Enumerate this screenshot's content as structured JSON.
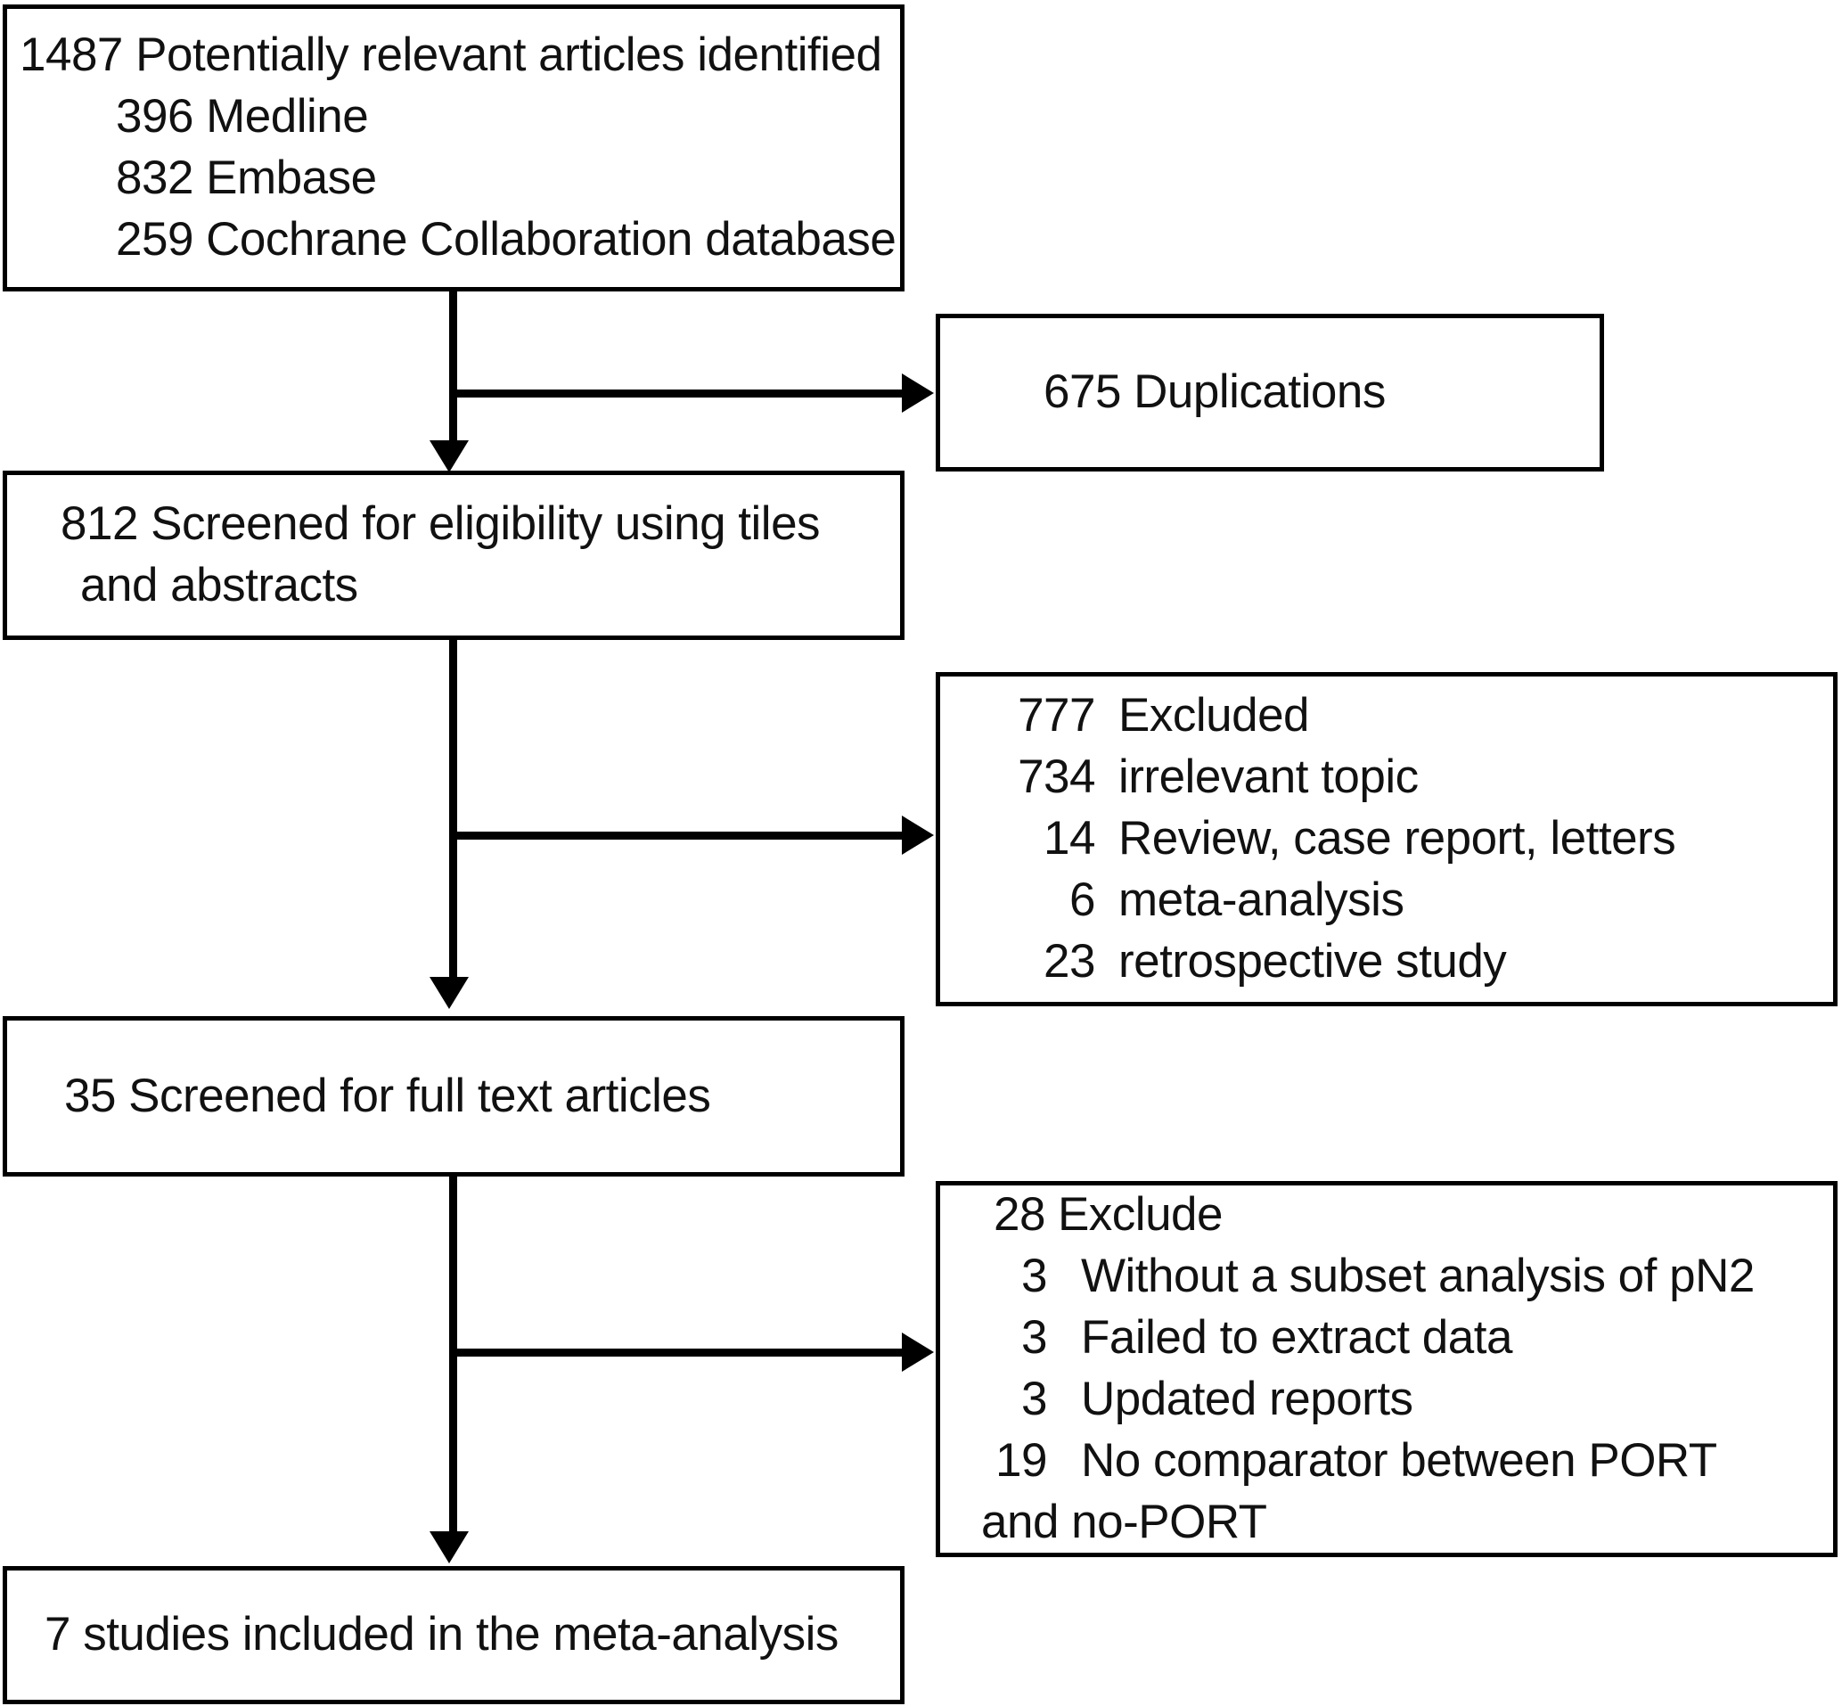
{
  "diagram": {
    "title": "PRISMA study selection flow diagram",
    "boxes": {
      "identified": {
        "name": "potentially-relevant-articles",
        "lines": [
          {
            "text": "1487 Potentially relevant articles identified",
            "indent": false
          },
          {
            "text": "396 Medline",
            "indent": true
          },
          {
            "text": "832 Embase",
            "indent": true
          },
          {
            "text": "259 Cochrane Collaboration database",
            "indent": true
          }
        ]
      },
      "duplications": {
        "name": "duplications",
        "lines": [
          {
            "text": "675 Duplications"
          }
        ]
      },
      "screened_eligibility": {
        "name": "screened-for-eligibility",
        "lines": [
          {
            "text": "812 Screened for eligibility using tiles"
          },
          {
            "text": "and abstracts"
          }
        ]
      },
      "excluded_777": {
        "name": "excluded-title-abstract",
        "rows": [
          {
            "num": "777",
            "label": "Excluded"
          },
          {
            "num": "734",
            "label": "irrelevant topic"
          },
          {
            "num": "14",
            "label": "Review, case report, letters"
          },
          {
            "num": "6",
            "label": "meta-analysis"
          },
          {
            "num": "23",
            "label": "retrospective study"
          }
        ]
      },
      "screened_fulltext": {
        "name": "screened-full-text",
        "lines": [
          {
            "text": "35 Screened for full text articles"
          }
        ]
      },
      "exclude_28": {
        "name": "excluded-full-text",
        "head": {
          "num": "28",
          "label": "Exclude"
        },
        "rows": [
          {
            "num": "3",
            "label": "Without a subset analysis of pN2"
          },
          {
            "num": "3",
            "label": "Failed to extract data"
          },
          {
            "num": "3",
            "label": "Updated reports"
          },
          {
            "num": "19",
            "label": "No comparator between PORT"
          }
        ],
        "overflow_line": "and no-PORT"
      },
      "included": {
        "name": "studies-included",
        "lines": [
          {
            "text": "7 studies included in the meta-analysis"
          }
        ]
      }
    },
    "connectors": [
      {
        "name": "identified-to-screened-eligibility",
        "type": "elbow-down-right"
      },
      {
        "name": "identified-to-duplications",
        "type": "arrow-right"
      },
      {
        "name": "screened-eligibility-to-screened-fulltext",
        "type": "elbow-down-right"
      },
      {
        "name": "screened-eligibility-to-excluded-777",
        "type": "arrow-right"
      },
      {
        "name": "screened-fulltext-to-included",
        "type": "elbow-down-right"
      },
      {
        "name": "screened-fulltext-to-exclude-28",
        "type": "arrow-right"
      }
    ],
    "colors": {
      "stroke": "#000000",
      "text": "#111111",
      "background": "#ffffff"
    }
  }
}
